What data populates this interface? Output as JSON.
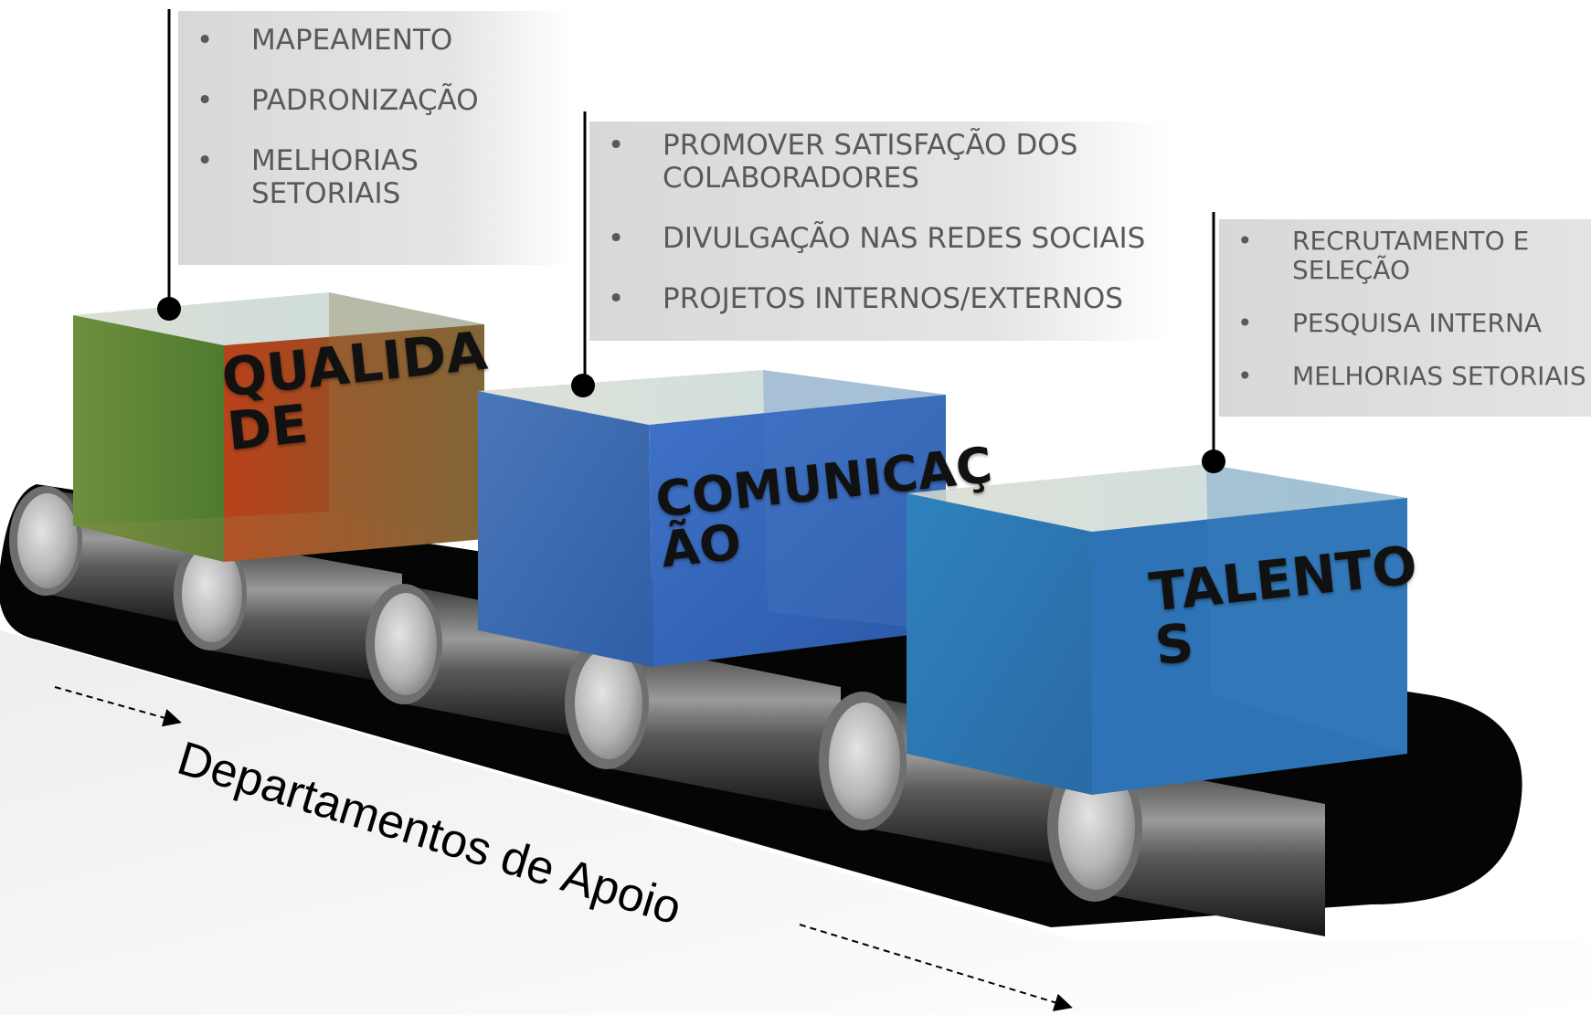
{
  "boxes": [
    {
      "title": "QUALIDA\nDE",
      "bullets": [
        "MAPEAMENTO",
        "PADRONIZAÇÃO",
        "MELHORIAS\nSETORIAIS"
      ],
      "color": "#5f7f3a"
    },
    {
      "title": "COMUNICAÇ\nÃO",
      "bullets": [
        "PROMOVER SATISFAÇÃO DOS\nCOLABORADORES",
        "DIVULGAÇÃO NAS REDES SOCIAIS",
        "PROJETOS INTERNOS/EXTERNOS"
      ],
      "color": "#3f6db5"
    },
    {
      "title": "TALENTO\nS",
      "bullets": [
        "RECRUTAMENTO E\nSELEÇÃO",
        "PESQUISA INTERNA",
        "MELHORIAS SETORIAIS"
      ],
      "color": "#2f7ab8"
    }
  ],
  "caption": "Departamentos de Apoio"
}
